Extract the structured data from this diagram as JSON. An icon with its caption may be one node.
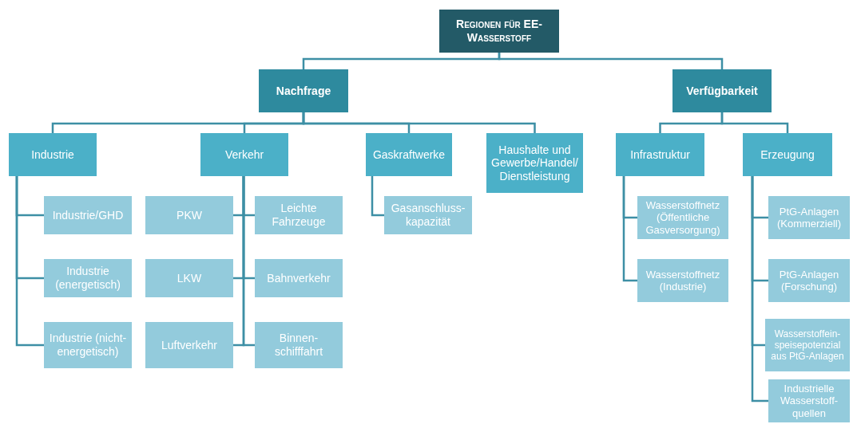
{
  "diagram": {
    "nodes": [
      {
        "text": [
          "Regionen für EE-Wasserstoff"
        ]
      },
      {
        "text": [
          "Nachfrage"
        ]
      },
      {
        "text": [
          "Verfügbarkeit"
        ]
      },
      {
        "text": [
          "Industrie"
        ]
      },
      {
        "text": [
          "Verkehr"
        ]
      },
      {
        "text": [
          "Gaskraftwerke"
        ]
      },
      {
        "text": [
          "Haushalte und Gewerbe/Handel/ Dienstleistung"
        ]
      },
      {
        "text": [
          "Infrastruktur"
        ]
      },
      {
        "text": [
          "Erzeugung"
        ]
      },
      {
        "text": [
          "Industrie/GHD"
        ]
      },
      {
        "text": [
          "Industrie (energetisch)"
        ]
      },
      {
        "text": [
          "Industrie (nicht- energetisch)"
        ]
      },
      {
        "text": [
          "PKW"
        ]
      },
      {
        "text": [
          "LKW"
        ]
      },
      {
        "text": [
          "Luftverkehr"
        ]
      },
      {
        "text": [
          "Leichte Fahrzeuge"
        ]
      },
      {
        "text": [
          "Bahnverkehr"
        ]
      },
      {
        "text": [
          "Binnen- schifffahrt"
        ]
      },
      {
        "text": [
          "Gasanschluss- kapazität"
        ]
      },
      {
        "text": [
          "Wasserstoffnetz (Öffentliche Gasversorgung)"
        ]
      },
      {
        "text": [
          "Wasserstoffnetz (Industrie)"
        ]
      },
      {
        "text": [
          "PtG-Anlagen (Kommerziell)"
        ]
      },
      {
        "text": [
          "PtG-Anlagen (Forschung)"
        ]
      },
      {
        "text": [
          "Wasserstoffein- speisepotenzial aus PtG-Anlagen"
        ]
      },
      {
        "text": [
          "Industrielle Wasserstoff- quellen"
        ]
      }
    ],
    "edges": [
      {
        "from": 0,
        "to": 1,
        "arrow": "none"
      },
      {
        "from": 0,
        "to": 2,
        "arrow": "none"
      },
      {
        "from": 1,
        "to": 3,
        "arrow": "none"
      },
      {
        "from": 1,
        "to": 4,
        "arrow": "none"
      },
      {
        "from": 1,
        "to": 5,
        "arrow": "none"
      },
      {
        "from": 1,
        "to": 6,
        "arrow": "none"
      },
      {
        "from": 2,
        "to": 7,
        "arrow": "none"
      },
      {
        "from": 2,
        "to": 8,
        "arrow": "none"
      },
      {
        "from": 3,
        "to": 9,
        "arrow": "none"
      },
      {
        "from": 3,
        "to": 10,
        "arrow": "none"
      },
      {
        "from": 3,
        "to": 11,
        "arrow": "none"
      },
      {
        "from": 4,
        "to": 12,
        "arrow": "none"
      },
      {
        "from": 4,
        "to": 13,
        "arrow": "none"
      },
      {
        "from": 4,
        "to": 14,
        "arrow": "none"
      },
      {
        "from": 4,
        "to": 15,
        "arrow": "none"
      },
      {
        "from": 4,
        "to": 16,
        "arrow": "none"
      },
      {
        "from": 4,
        "to": 17,
        "arrow": "none"
      },
      {
        "from": 5,
        "to": 18,
        "arrow": "none"
      },
      {
        "from": 7,
        "to": 19,
        "arrow": "none"
      },
      {
        "from": 7,
        "to": 20,
        "arrow": "none"
      },
      {
        "from": 8,
        "to": 21,
        "arrow": "none"
      },
      {
        "from": 8,
        "to": 22,
        "arrow": "none"
      },
      {
        "from": 8,
        "to": 23,
        "arrow": "none"
      },
      {
        "from": 8,
        "to": 24,
        "arrow": "none"
      }
    ]
  }
}
